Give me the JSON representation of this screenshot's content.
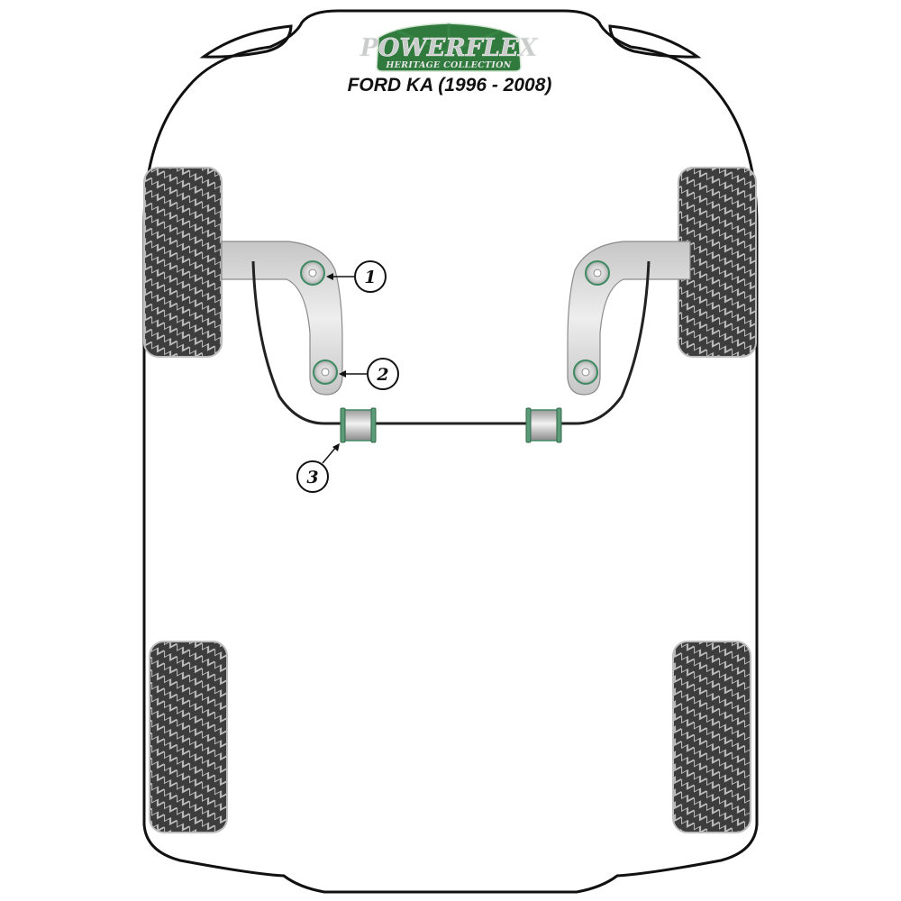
{
  "logo": {
    "brand": "POWERFLEX",
    "subtitle": "HERITAGE COLLECTION",
    "color": "#2f7a3c"
  },
  "title": "FORD KA (1996 - 2008)",
  "callouts": [
    {
      "number": "1",
      "target": "front wishbone front bush"
    },
    {
      "number": "2",
      "target": "front wishbone rear bush"
    },
    {
      "number": "3",
      "target": "anti roll bar bush"
    }
  ],
  "colors": {
    "outline": "#111111",
    "tyre": "#3d3d3d",
    "tyre_tread": "#bdbdbd",
    "arm": "#d6d6d6",
    "bush_accent": "#3e8a62"
  }
}
